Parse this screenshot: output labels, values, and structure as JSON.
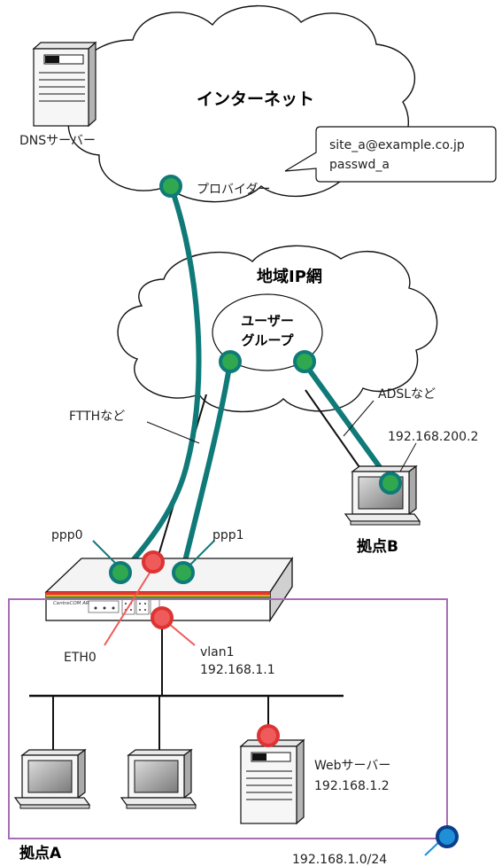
{
  "internet": {
    "title": "インターネット",
    "dns_label": "DNSサーバー",
    "provider_label": "プロバイダー",
    "credentials": [
      "site_a@example.co.jp",
      "passwd_a"
    ]
  },
  "regional": {
    "title": "地域IP網",
    "user_group_line1": "ユーザー",
    "user_group_line2": "グループ"
  },
  "links": {
    "ftth": "FTTHなど",
    "adsl": "ADSLなど"
  },
  "site_b": {
    "ip": "192.168.200.2",
    "name": "拠点B"
  },
  "router": {
    "ppp0": "ppp0",
    "ppp1": "ppp1",
    "eth0": "ETH0",
    "vlan1": "vlan1",
    "vlan1_ip": "192.168.1.1",
    "brand": "CentreCOM AR415S"
  },
  "site_a": {
    "name": "拠点A",
    "web_label": "Webサーバー",
    "web_ip": "192.168.1.2",
    "network": "192.168.1.0/24"
  },
  "colors": {
    "teal": "#0f7a78",
    "green": "#2fa84f",
    "red": "#ef5a5a",
    "blue": "#1f8fd8",
    "purple": "#a96bb6"
  }
}
